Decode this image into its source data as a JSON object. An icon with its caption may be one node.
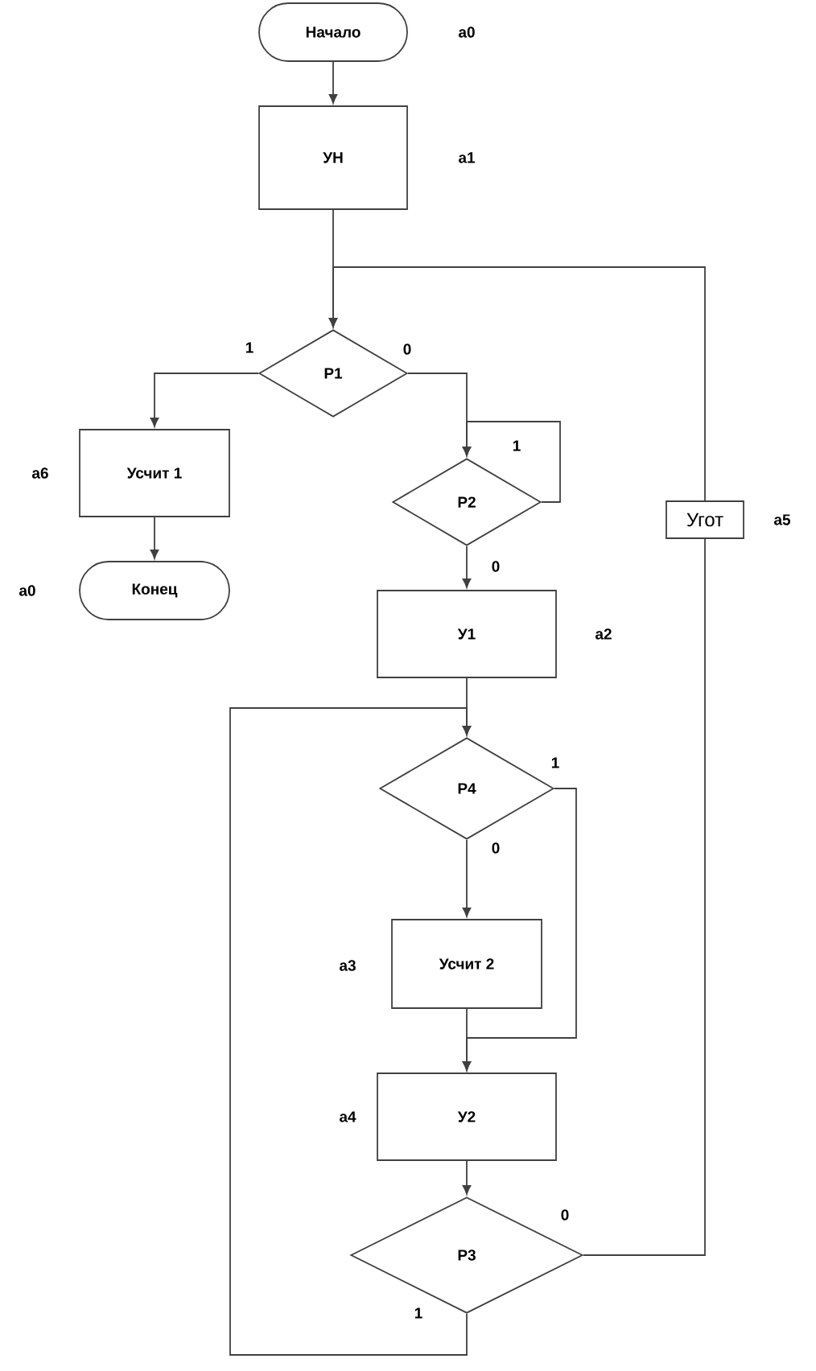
{
  "diagram": {
    "nodes": [
      {
        "text": [
          "Начало"
        ],
        "beside": [
          "a0"
        ]
      },
      {
        "text": [
          "УН"
        ],
        "beside": [
          "a1"
        ]
      },
      {
        "text": [
          "P1"
        ]
      },
      {
        "text": [
          "Усчит 1"
        ],
        "beside": [
          "a6"
        ]
      },
      {
        "text": [
          "Конец"
        ],
        "beside": [
          "a0"
        ]
      },
      {
        "text": [
          "P2"
        ]
      },
      {
        "text": [
          "У1"
        ],
        "beside": [
          "a2"
        ]
      },
      {
        "text": [
          "Угот"
        ],
        "beside": [
          "a5"
        ]
      },
      {
        "text": [
          "P4"
        ]
      },
      {
        "text": [
          "Усчит 2"
        ],
        "beside": [
          "a3"
        ]
      },
      {
        "text": [
          "У2"
        ],
        "beside": [
          "a4"
        ]
      },
      {
        "text": [
          "P3"
        ]
      }
    ],
    "edges": [
      {
        "from": 0,
        "to": 1,
        "arrow": "to"
      },
      {
        "from": 1,
        "to": 2,
        "arrow": "to"
      },
      {
        "from": 2,
        "to": 3,
        "arrow": "to",
        "label": "1"
      },
      {
        "from": 3,
        "to": 4,
        "arrow": "to"
      },
      {
        "from": 2,
        "to": 5,
        "arrow": "to",
        "label": "0"
      },
      {
        "from": 5,
        "to": 5,
        "arrow": "to",
        "label": "1"
      },
      {
        "from": 5,
        "to": 6,
        "arrow": "to",
        "label": "0"
      },
      {
        "from": 6,
        "to": 8,
        "arrow": "to"
      },
      {
        "from": 8,
        "to": 9,
        "arrow": "to",
        "label": "0"
      },
      {
        "from": 8,
        "to": 10,
        "arrow": "to",
        "label": "1"
      },
      {
        "from": 9,
        "to": 10,
        "arrow": "to"
      },
      {
        "from": 10,
        "to": 11,
        "arrow": "to"
      },
      {
        "from": 11,
        "to": 8,
        "arrow": "to",
        "label": "1"
      },
      {
        "from": 11,
        "to": 7,
        "arrow": "none",
        "label": "0"
      },
      {
        "from": 7,
        "to": 2,
        "arrow": "to"
      }
    ]
  }
}
